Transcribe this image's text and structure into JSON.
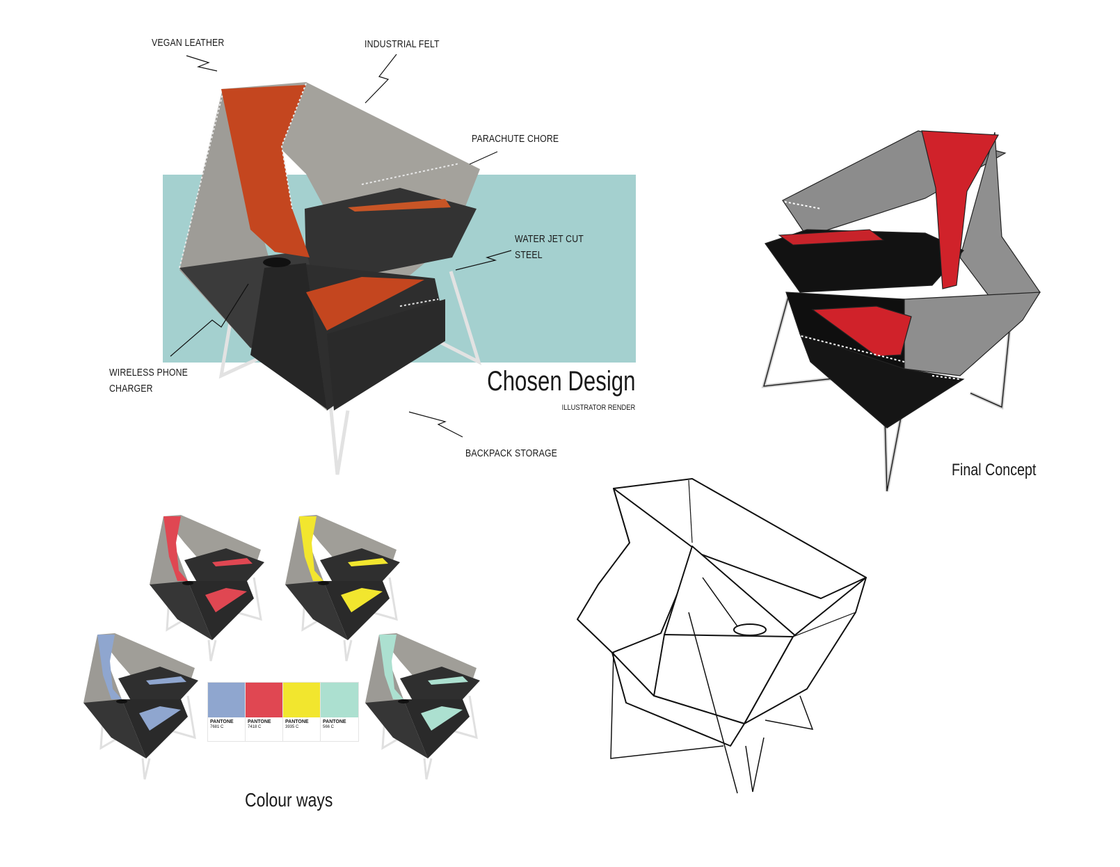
{
  "chosen_design": {
    "title": "Chosen Design",
    "subtitle": "ILLUSTRATOR RENDER",
    "panel_color": "#a4d0cf",
    "labels": {
      "vegan_leather": "VEGAN LEATHER",
      "industrial_felt": "INDUSTRIAL FELT",
      "parachute_chore": "PARACHUTE CHORE",
      "water_jet_line1": "WATER JET CUT",
      "water_jet_line2": "STEEL",
      "wireless_line1": "WIRELESS PHONE",
      "wireless_line2": "CHARGER",
      "backpack_storage": "BACKPACK STORAGE"
    },
    "colors": {
      "leather": "#c4461f",
      "felt": "#9c9c96",
      "steel": "#3a3a3a",
      "frame": "#e6e6e6"
    }
  },
  "final_concept": {
    "title": "Final Concept",
    "colors": {
      "leather": "#d0222a",
      "felt": "#8e8e8e",
      "body": "#111111"
    }
  },
  "colour_ways": {
    "title": "Colour ways",
    "swatches": [
      {
        "brand": "PANTONE",
        "code": "7681 C",
        "color": "#8fa6cf"
      },
      {
        "brand": "PANTONE",
        "code": "7418 C",
        "color": "#e04752"
      },
      {
        "brand": "PANTONE",
        "code": "3935 C",
        "color": "#f2e62e"
      },
      {
        "brand": "PANTONE",
        "code": "566 C",
        "color": "#ace0d0"
      }
    ]
  }
}
